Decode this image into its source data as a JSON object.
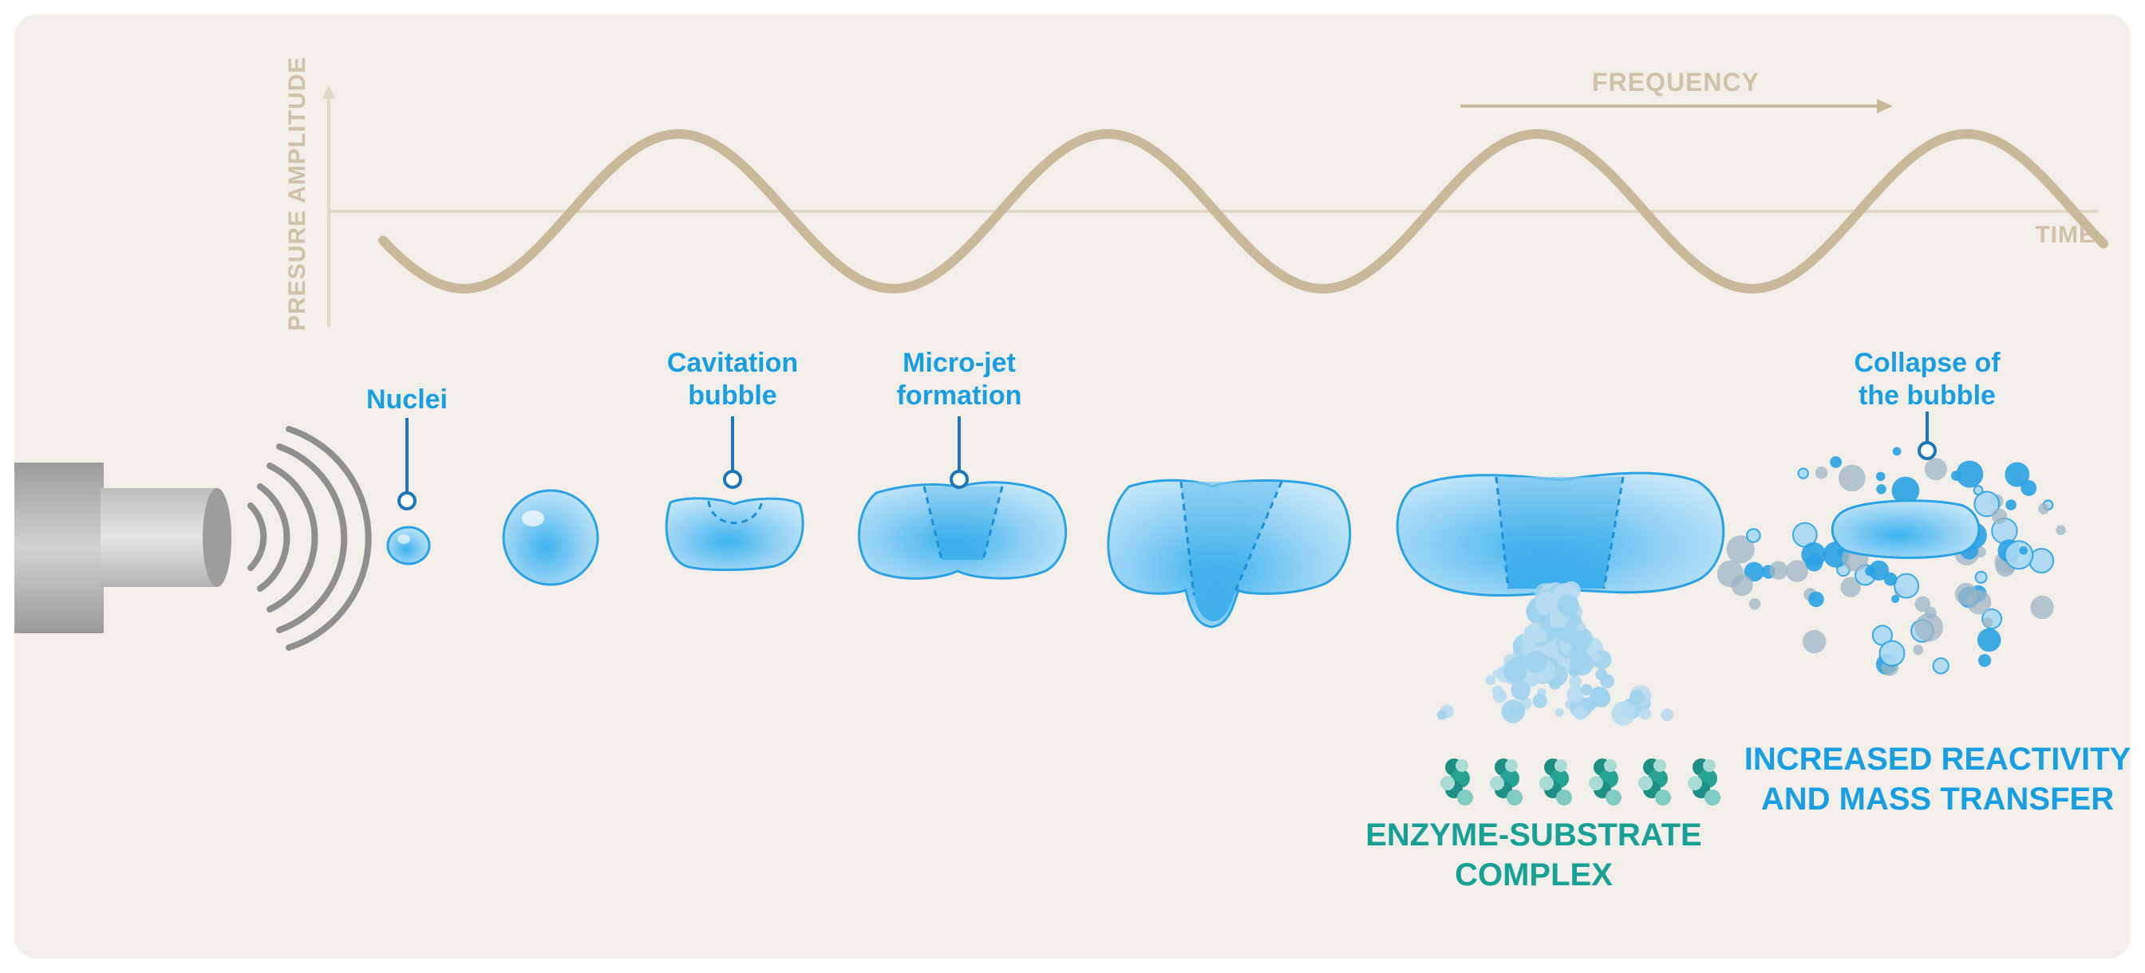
{
  "axes": {
    "y_label": "PRESURE AMPLITUDE",
    "x_label": "TIME",
    "frequency_label": "FREQUENCY"
  },
  "stages": {
    "nuclei": "Nuclei",
    "cavitation": [
      "Cavitation",
      "bubble"
    ],
    "microjet": [
      "Micro-jet",
      "formation"
    ],
    "collapse": [
      "Collapse of",
      "the bubble"
    ]
  },
  "outcomes": {
    "enzyme": [
      "ENZYME-SUBSTRATE",
      "COMPLEX"
    ],
    "reactivity": [
      "INCREASED REACTIVITY",
      "AND MASS TRANSFER"
    ]
  },
  "colors": {
    "background": "#f2efea",
    "wave": "#c9b99b",
    "axis": "#e1d9c8",
    "bubble_fill": "#a9d9f5",
    "bubble_stroke": "#2aa2e3",
    "label_blue": "#1a9ee2",
    "label_teal": "#17a093",
    "transducer": "#b9b9b9"
  }
}
